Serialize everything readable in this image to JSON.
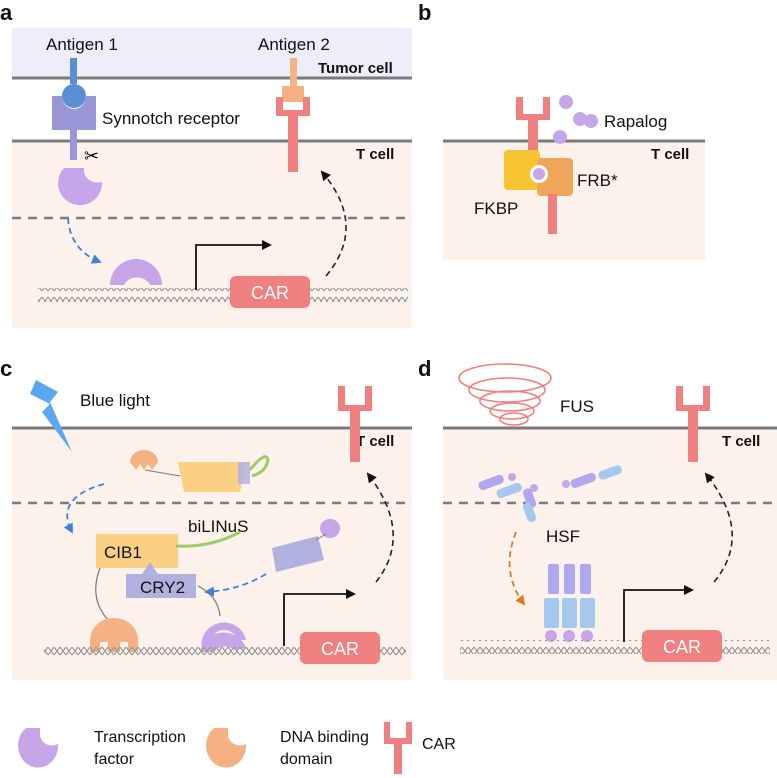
{
  "panels": {
    "a": {
      "letter": "a",
      "antigen1": "Antigen 1",
      "antigen2": "Antigen 2",
      "tumor_cell": "Tumor cell",
      "synnotch": "Synnotch receptor",
      "t_cell": "T cell",
      "car": "CAR"
    },
    "b": {
      "letter": "b",
      "rapalog": "Rapalog",
      "t_cell": "T cell",
      "frb": "FRB*",
      "fkbp": "FKBP"
    },
    "c": {
      "letter": "c",
      "blue_light": "Blue light",
      "t_cell": "T cell",
      "bilinus": "biLINuS",
      "cib1": "CIB1",
      "cry2": "CRY2",
      "car": "CAR"
    },
    "d": {
      "letter": "d",
      "fus": "FUS",
      "t_cell": "T cell",
      "hsf": "HSF",
      "car": "CAR"
    }
  },
  "legend": {
    "tf_line1": "Transcription",
    "tf_line2": "factor",
    "dbd_line1": "DNA binding",
    "dbd_line2": "domain",
    "car": "CAR"
  },
  "colors": {
    "cell_bg": "#fdf1ec",
    "tumor_bg": "#eeeefa",
    "membrane": "#7a7a7a",
    "car": "#f07f7f",
    "tf": "#c6a6e8",
    "dbd": "#f5b184",
    "synnotch": "#9a97d9",
    "antigen1": "#5a8fd6",
    "fkbp": "#f7c431",
    "frb": "#f0a65a",
    "rapalog": "#c6a6e8",
    "cib1": "#fbd084",
    "cry2": "#b1b1e0",
    "hsf": "#b0a7ee",
    "hsf_dna": "#a5c8ee",
    "blue_arrow": "#3b82e0",
    "orange_arrow": "#e07a22",
    "fus": "#f07f7f"
  }
}
